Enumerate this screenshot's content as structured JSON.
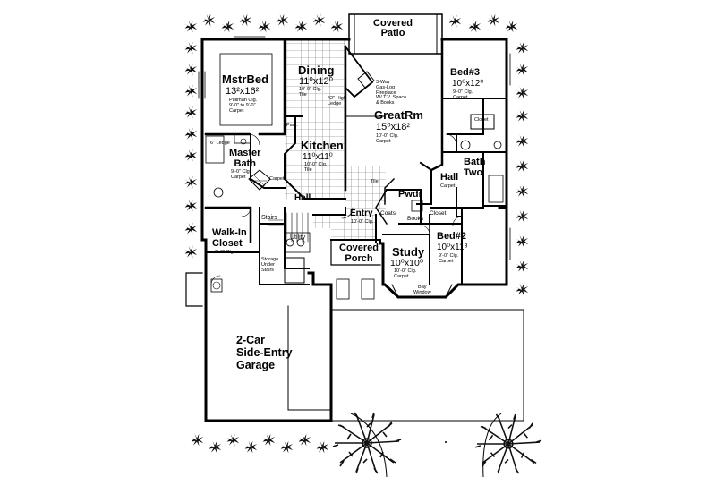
{
  "rooms": {
    "patio": {
      "name": "Covered\nPatio"
    },
    "mstr": {
      "name": "MstrBed",
      "dims": "13²x16²",
      "notes": "Pullman Clg.\n9'-0\" to 9'-0\"\nCarpet"
    },
    "dining": {
      "name": "Dining",
      "dims": "11⁰x12⁰",
      "notes": "10'-0\" Clg.\nTile"
    },
    "great": {
      "name": "GreatRm",
      "dims": "15⁰x18²",
      "notes": "10'-0\" Clg.\nCarpet"
    },
    "fireplace": {
      "notes": "3-Way\nGas-Log\nFireplace\nW/ T.V. Space\n& Books"
    },
    "ledge": {
      "notes": "42\" High\nLedge"
    },
    "bed3": {
      "name": "Bed#3",
      "dims": "10⁰x12⁰",
      "notes": "9'-0\" Clg.\nCarpet"
    },
    "kitchen": {
      "name": "Kitchen",
      "dims": "11⁰x11⁰",
      "notes": "10'-0\" Clg.\nTile"
    },
    "mbath": {
      "name": "Master\nBath",
      "notes": "9'-0\" Clg.\nCarpet"
    },
    "hall": {
      "name": "Hall",
      "notes": "Carpet"
    },
    "bath": {
      "name": "Bath\nTwo"
    },
    "entry": {
      "name": "Entry",
      "notes": "10'-0\" Clg."
    },
    "pwdr": {
      "name": "Pwdr"
    },
    "walkin": {
      "name": "Walk-In\nCloset",
      "notes": "9'-0\" Clg."
    },
    "study": {
      "name": "Study",
      "dims": "10⁰x10⁰",
      "notes": "10'-0\" Clg.\nCarpet"
    },
    "bed2": {
      "name": "Bed#2",
      "dims": "10⁰x11⁸",
      "notes": "9'-0\" Clg.\nCarpet"
    },
    "porch": {
      "name": "Covered\nPorch"
    },
    "garage": {
      "name": "2-Car\nSide-Entry\nGarage"
    }
  },
  "small_labels": {
    "closet": "Closet",
    "pantry": "Pant.",
    "stairs": "Stairs",
    "utility": "Utility",
    "coats": "Coats",
    "books": "Books",
    "closet2": "Closet",
    "bay_window": "Bay\nWindow",
    "ledge_bath": "6\" Ledge",
    "storage": "Storage\nUnder\nStairs",
    "tile": "Tile",
    "hall2": "Hall",
    "carpet": "Carpet"
  },
  "colors": {
    "wall": "#000000",
    "tile_line": "#555555",
    "foliage": "#111111"
  }
}
